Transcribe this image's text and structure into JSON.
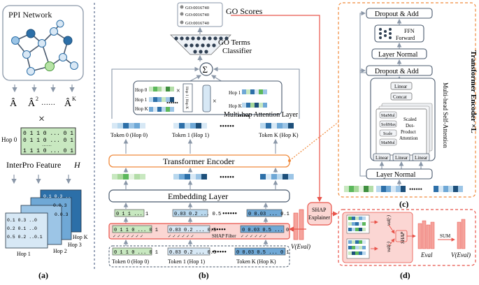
{
  "panel_a": {
    "title": "PPI Network",
    "a1": "Â",
    "a2": "Â",
    "a2_sup": "2",
    "dots": "……",
    "aK": "Â",
    "aK_sup": "K",
    "times": "×",
    "hop0": "Hop 0",
    "matrix_row1": "0 1 1 0 ... 0 1",
    "matrix_row2": "0 1 1 0 ... 0 1",
    "matrix_dots": "……",
    "matrix_row3": "1 1 1 0 ... 0 1",
    "feature_label": "InterPro Feature",
    "feature_var": "H",
    "hop1": "Hop 1",
    "hop2": "Hop 2",
    "hop3": "Hop 3",
    "hopK": "Hop K",
    "caption": "(a)"
  },
  "panel_b": {
    "go_item1": "GO:0016740",
    "go_item2": "GO:0016740",
    "go_item3": "GO:0016740",
    "go_scores": "GO Scores",
    "go_classifier_1": "GO Terms",
    "go_classifier_2": "Classifier",
    "sigma": "Σ",
    "mh_hop0": "Hop 0",
    "mh_hop1": "Hop 1",
    "mh_hopK": "Hop K",
    "mh_hop1_r": "Hop 1",
    "mh_hopK_r": "Hop K",
    "mh_title": "Multi-hop Attention Layer",
    "token0_hop": "Token 0 (Hop 0)",
    "token1_hop": "Token 1 (Hop 1)",
    "tokenK_hop": "Token K (Hop K)",
    "transformer": "Transformer   Encoder",
    "embedding": "Embedding   Layer",
    "dots": "••••••",
    "row_0": "0 1 1 ... 1",
    "row_1": "0.03 0.2 ... 0.5",
    "row_K": "0 0.03 ... 0.1",
    "shap_filter": "SHAP Filter",
    "bottom_0": "0 1 1 0 ... 0 1",
    "bottom_1": "0.03 0.2 ... 0.5",
    "bottom_K": "0 0.03 0.5 ... 0 1",
    "token0": "Token 0 (Hop 0)",
    "token1": "Token 1 (Hop 1)",
    "tokenK": "Token K (Hop K)",
    "shap_explainer_1": "SHAP",
    "shap_explainer_2": "Explainer",
    "v_eval": "V(Eval)",
    "caption": "(b)"
  },
  "panel_c": {
    "side_title": "Transformer   Encoder ×L",
    "dropout_add_top": "Dropout & Add",
    "ffn_1": "FFN",
    "ffn_2": "Forward",
    "layer_normal_top": "Layer Normal",
    "dropout_add_mid": "Dropout & Add",
    "linear_top": "Linear",
    "concat": "Concat",
    "matmul_top": "MatMul",
    "softmax": "SoftMax",
    "scale": "Scale",
    "matmul_bot": "MatMul",
    "sdpa_1": "Scaled",
    "sdpa_2": "Dot-",
    "sdpa_3": "Product",
    "sdpa_4": "Attention",
    "mhsa": "Multi-head Self-Attention",
    "linear1": "Linear",
    "linear2": "Linear",
    "linear3": "Linear",
    "layer_normal_bot": "Layer Normal",
    "dots": "••••••",
    "caption": "(c)"
  },
  "panel_d": {
    "val_plus": "val(·)",
    "val_minus": "val(·)",
    "shap": "SHAP",
    "eval": "Eval",
    "sum": "SUM",
    "v_eval": "V(Eval)",
    "caption": "(d)"
  },
  "colors": {
    "accent_red": "#e8534a",
    "light_red": "#fbd6d3",
    "blue_dark": "#2c6fa8",
    "blue_mid": "#6fa8d6",
    "blue_light": "#b9d8ee",
    "green_dark": "#5cb85c",
    "green_light": "#c8e8c0",
    "grey": "#6d7f95"
  }
}
